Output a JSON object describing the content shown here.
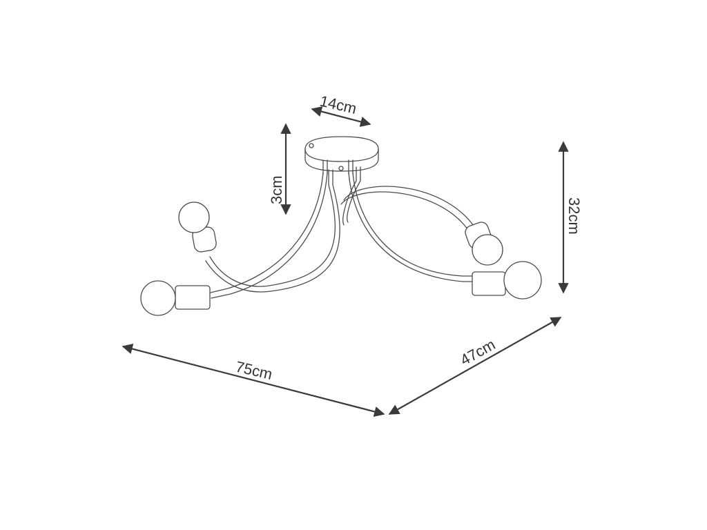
{
  "dimensions": {
    "base_width": "14cm",
    "canopy_height": "3cm",
    "total_height": "32cm",
    "length": "75cm",
    "depth": "47cm"
  },
  "colors": {
    "line": "#4a4a4a",
    "dimension": "#3a3a3a",
    "background": "#ffffff"
  }
}
